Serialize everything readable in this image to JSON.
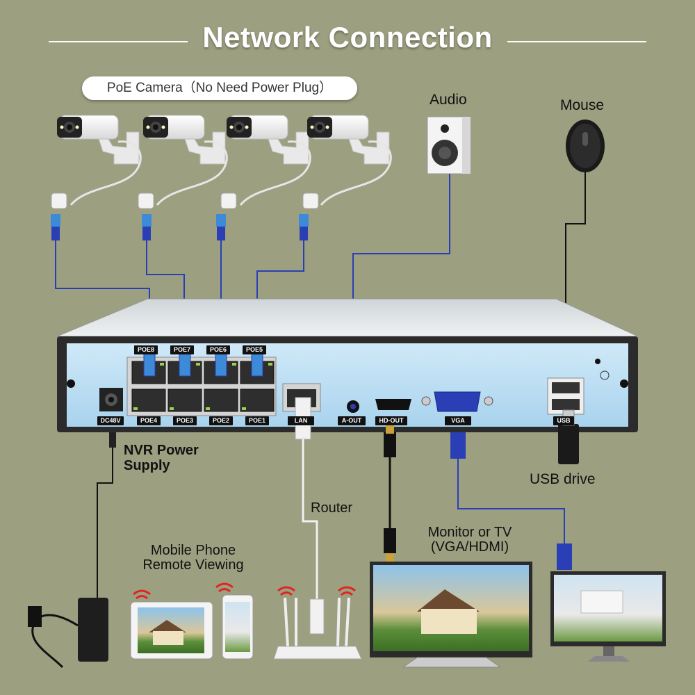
{
  "title": "Network Connection",
  "poe_camera_label": "PoE Camera（No Need Power Plug）",
  "devices": {
    "audio": "Audio",
    "mouse": "Mouse",
    "usb_drive": "USB drive",
    "router": "Router",
    "monitor": "Monitor or TV\n(VGA/HDMI)",
    "mobile": "Mobile Phone\nRemote Viewing",
    "nvr_power": "NVR Power\nSupply"
  },
  "nvr_ports": {
    "top_row": [
      "POE8",
      "POE7",
      "POE6",
      "POE5"
    ],
    "bottom_row": [
      "POE4",
      "POE3",
      "POE2",
      "POE1"
    ],
    "power": "DC48V",
    "lan": "LAN",
    "audio_out": "A-OUT",
    "hdmi": "HD-OUT",
    "vga": "VGA",
    "usb": "USB"
  },
  "colors": {
    "background": "#9c9f80",
    "network_cable": "#2a3fb5",
    "cable_dark": "#1a1a1a",
    "nvr_panel": "#b8dcf2",
    "nvr_body": "#2b2b2b"
  }
}
